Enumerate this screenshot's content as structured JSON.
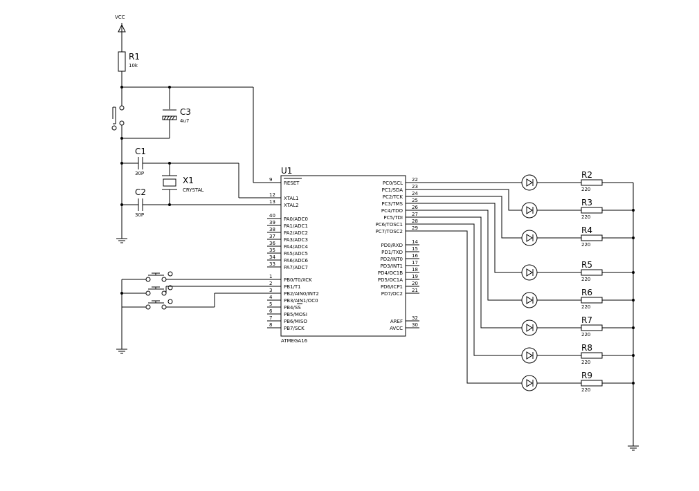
{
  "power": {
    "vcc": "VCC"
  },
  "r1": {
    "ref": "R1",
    "value": "10k"
  },
  "c3": {
    "ref": "C3",
    "value": "4u7"
  },
  "c1": {
    "ref": "C1",
    "value": "30P"
  },
  "c2": {
    "ref": "C2",
    "value": "30P"
  },
  "x1": {
    "ref": "X1",
    "value": "CRYSTAL"
  },
  "u1": {
    "ref": "U1",
    "part": "ATMEGA16",
    "left_pins": [
      {
        "num": "9",
        "name": "RESET"
      },
      {
        "num": "12",
        "name": "XTAL1"
      },
      {
        "num": "13",
        "name": "XTAL2"
      },
      {
        "num": "40",
        "name": "PA0/ADC0"
      },
      {
        "num": "39",
        "name": "PA1/ADC1"
      },
      {
        "num": "38",
        "name": "PA2/ADC2"
      },
      {
        "num": "37",
        "name": "PA3/ADC3"
      },
      {
        "num": "36",
        "name": "PA4/ADC4"
      },
      {
        "num": "35",
        "name": "PA5/ADC5"
      },
      {
        "num": "34",
        "name": "PA6/ADC6"
      },
      {
        "num": "33",
        "name": "PA7/ADC7"
      },
      {
        "num": "1",
        "name": "PB0/T0/XCK"
      },
      {
        "num": "2",
        "name": "PB1/T1"
      },
      {
        "num": "3",
        "name": "PB2/AIN0/INT2"
      },
      {
        "num": "4",
        "name": "PB3/AIN1/OC0"
      },
      {
        "num": "5",
        "name": "PB4/SS"
      },
      {
        "num": "6",
        "name": "PB5/MOSI"
      },
      {
        "num": "7",
        "name": "PB6/MISO"
      },
      {
        "num": "8",
        "name": "PB7/SCK"
      }
    ],
    "right_pins": [
      {
        "num": "22",
        "name": "PC0/SCL"
      },
      {
        "num": "23",
        "name": "PC1/SDA"
      },
      {
        "num": "24",
        "name": "PC2/TCK"
      },
      {
        "num": "25",
        "name": "PC3/TMS"
      },
      {
        "num": "26",
        "name": "PC4/TDO"
      },
      {
        "num": "27",
        "name": "PC5/TDI"
      },
      {
        "num": "28",
        "name": "PC6/TOSC1"
      },
      {
        "num": "29",
        "name": "PC7/TOSC2"
      },
      {
        "num": "14",
        "name": "PD0/RXD"
      },
      {
        "num": "15",
        "name": "PD1/TXD"
      },
      {
        "num": "16",
        "name": "PD2/INT0"
      },
      {
        "num": "17",
        "name": "PD3/INT1"
      },
      {
        "num": "18",
        "name": "PD4/OC1B"
      },
      {
        "num": "19",
        "name": "PD5/OC1A"
      },
      {
        "num": "20",
        "name": "PD6/ICP1"
      },
      {
        "num": "21",
        "name": "PD7/OC2"
      },
      {
        "num": "32",
        "name": "AREF"
      },
      {
        "num": "30",
        "name": "AVCC"
      }
    ]
  },
  "led_resistors": [
    {
      "ref": "R2",
      "value": "220"
    },
    {
      "ref": "R3",
      "value": "220"
    },
    {
      "ref": "R4",
      "value": "220"
    },
    {
      "ref": "R5",
      "value": "220"
    },
    {
      "ref": "R6",
      "value": "220"
    },
    {
      "ref": "R7",
      "value": "220"
    },
    {
      "ref": "R8",
      "value": "220"
    },
    {
      "ref": "R9",
      "value": "220"
    }
  ]
}
